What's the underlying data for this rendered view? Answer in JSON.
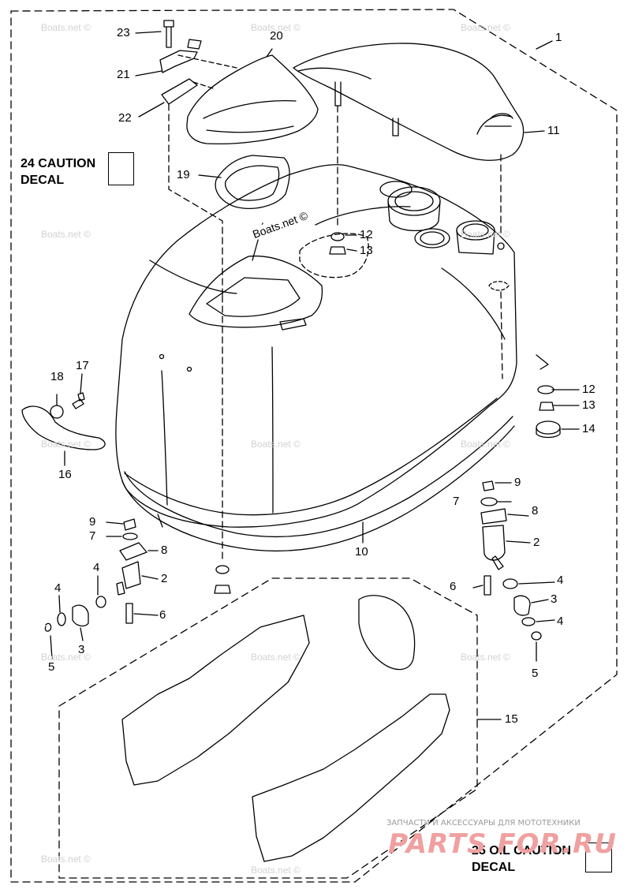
{
  "callouts": {
    "c1": "1",
    "c2a": "2",
    "c2b": "2",
    "c3a": "3",
    "c3b": "3",
    "c4a": "4",
    "c4b": "4",
    "c4c": "4",
    "c4d": "4",
    "c5a": "5",
    "c5b": "5",
    "c6a": "6",
    "c6b": "6",
    "c7a": "7",
    "c7b": "7",
    "c8a": "8",
    "c8b": "8",
    "c9a": "9",
    "c9b": "9",
    "c10": "10",
    "c11": "11",
    "c12a": "12",
    "c12b": "12",
    "c13a": "13",
    "c13b": "13",
    "c14": "14",
    "c15": "15",
    "c16": "16",
    "c17": "17",
    "c18": "18",
    "c19": "19",
    "c20": "20",
    "c21": "21",
    "c22": "22",
    "c23": "23"
  },
  "decals": {
    "decal24_line1": "24 CAUTION",
    "decal24_line2": "DECAL",
    "decal25_line1": "25 OIL CAUTION",
    "decal25_line2": "DECAL"
  },
  "watermarks": {
    "text": "Boats.net ©",
    "inline": "Boats.net ©"
  },
  "branding": {
    "tagline": "ЗАПЧАСТИ И АКСЕССУАРЫ ДЛЯ МОТОТЕХНИКИ",
    "logo": "PARTS FOR.RU"
  }
}
